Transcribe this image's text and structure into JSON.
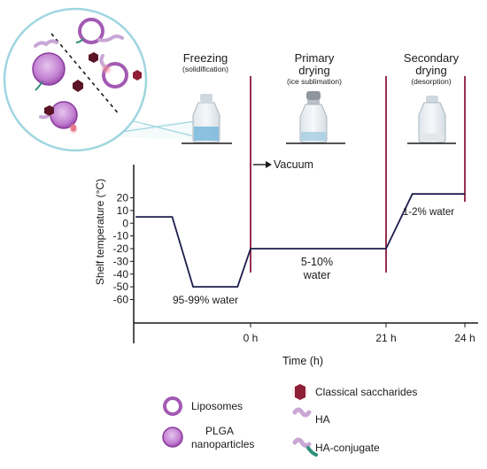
{
  "phases": {
    "freezing": {
      "title": "Freezing",
      "subtitle": "(solidification)"
    },
    "primary": {
      "title_line1": "Primary",
      "title_line2": "drying",
      "subtitle": "(ice sublimation)"
    },
    "secondary": {
      "title_line1": "Secondary",
      "title_line2": "drying",
      "subtitle": "(desorption)"
    }
  },
  "vacuum_label": "Vacuum",
  "annotations": {
    "freezing_water": "95-99% water",
    "primary_water_line1": "5-10%",
    "primary_water_line2": "water",
    "secondary_water": "1-2% water"
  },
  "chart_data": {
    "type": "line",
    "ylabel": "Shelf temperature (°C)",
    "xlabel": "Time (h)",
    "y_ticks": [
      20,
      10,
      0,
      -10,
      -20,
      -30,
      -40,
      -50,
      -60
    ],
    "y_tick_labels": [
      "20",
      "10",
      "0",
      "-10",
      "-20",
      "-30",
      "-40",
      "-50",
      "-60"
    ],
    "x_ticks": [
      {
        "label": "0 h",
        "value": 0
      },
      {
        "label": "21 h",
        "value": 21
      },
      {
        "label": "24 h",
        "value": 24
      }
    ],
    "series": [
      {
        "x": [
          -22,
          -15,
          -11,
          -2.5,
          0,
          21,
          22,
          24
        ],
        "y": [
          5,
          5,
          -50,
          -50,
          -20,
          -20,
          23,
          23
        ]
      }
    ]
  },
  "legend": {
    "liposomes": "Liposomes",
    "plga_line1": "PLGA",
    "plga_line2": "nanoparticles",
    "saccharides": "Classical saccharides",
    "ha": "HA",
    "ha_conjugate": "HA-conjugate"
  },
  "colors": {
    "axis": "#1a1a1a",
    "curve": "#1d1d4e",
    "phase_line": "#8b1a3c",
    "liposome": "#a35ab3",
    "saccharide": "#7a1a2a",
    "ha": "#c9a6d6",
    "conjugate": "#2f8f7a",
    "zoom_circle": "#9fd6e0"
  }
}
